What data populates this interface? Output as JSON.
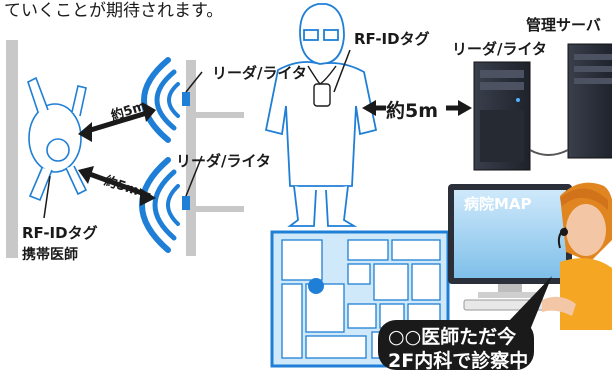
{
  "intro_text": "ていくことが期待されます。",
  "left_scene": {
    "reader_label_top": "リーダ/ライタ",
    "reader_label_bottom": "リーダ/ライタ",
    "distance_top": "約5m",
    "distance_bottom": "約5m",
    "tag_label_line1": "RF-IDタグ",
    "tag_label_line2": "携帯医師"
  },
  "center_scene": {
    "tag_label": "RF-IDタグ",
    "distance": "約5m"
  },
  "right_scene": {
    "reader_label": "リーダ/ライタ",
    "server_label": "管理サーバ",
    "monitor_title": "病院MAP",
    "status_line1": "○○医師ただ今",
    "status_line2": "2F内科で診察中"
  },
  "colors": {
    "ink": "#1a1a1a",
    "wave_blue": "#1f7fd6",
    "floor_blue": "#2a8fd8",
    "screen_blue": "#9fd0f2",
    "wall_gray": "#c8c8c8",
    "server_dark": "#2b2f3a",
    "skin": "#f3c7a5",
    "hair": "#e0851f"
  }
}
